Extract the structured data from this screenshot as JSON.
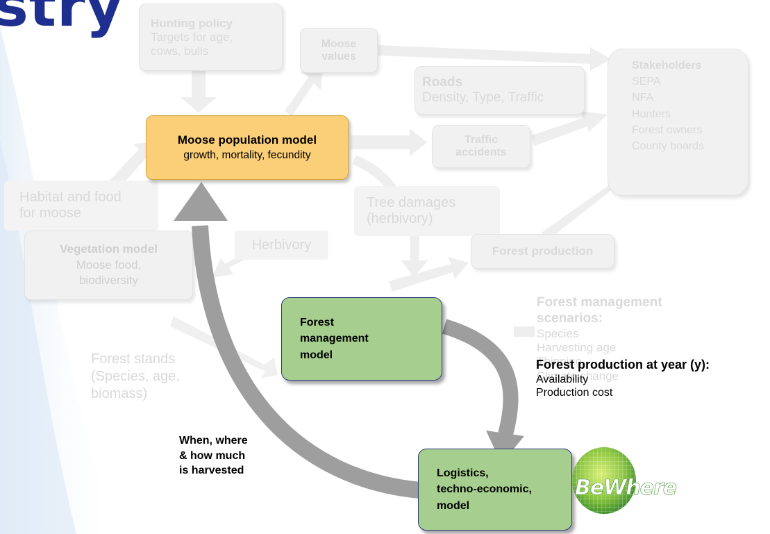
{
  "title_fragment": "stry",
  "hunting_policy": {
    "title": "Hunting policy",
    "lines": [
      "Targets for age,",
      "cows, bulls"
    ]
  },
  "moose_values": {
    "lines": [
      "Moose",
      "values"
    ]
  },
  "roads": {
    "title": "Roads",
    "detail": "Density, Type, Traffic"
  },
  "stakeholders": {
    "title": "Stakeholders",
    "items": [
      "SEPA",
      "NFA",
      "Hunters",
      "Forest owners",
      "County boards"
    ]
  },
  "moose_population": {
    "title": "Moose population model",
    "detail": "growth, mortality, fecundity"
  },
  "traffic_accidents": {
    "lines": [
      "Traffic",
      "accidents"
    ]
  },
  "habitat": {
    "lines": [
      "Habitat and food",
      "for moose"
    ]
  },
  "tree_damages": {
    "lines": [
      "Tree damages",
      "(herbivory)"
    ]
  },
  "herbivory": "Herbivory",
  "forest_production_box": "Forest production",
  "vegetation": {
    "title": "Vegetation model",
    "lines": [
      "Moose food,",
      "biodiversity"
    ]
  },
  "forest_mgmt_scenarios": {
    "title_lines": [
      "Forest management",
      "scenarios:"
    ],
    "items": [
      "Species",
      "Harvesting age",
      "Thinning",
      "Climate change"
    ]
  },
  "forest_management_model": {
    "lines": [
      "Forest",
      "management",
      "model"
    ]
  },
  "forest_stands": {
    "lines": [
      "Forest stands",
      "(Species, age,",
      "biomass)"
    ]
  },
  "forest_production_at_year": {
    "title": "Forest production at year (y):",
    "items": [
      "Availability",
      "Production cost"
    ]
  },
  "harvest_label": {
    "lines": [
      "When, where",
      "& how much",
      "is harvested"
    ]
  },
  "logistics_model": {
    "lines": [
      "Logistics,",
      "techno-economic,",
      "model"
    ]
  },
  "logo": {
    "text": "BeWhere"
  },
  "colors": {
    "moose_box": "#fbcf78",
    "green_box": "#a6ce8e",
    "title_blue": "#1f2f8f",
    "grey_arrow": "#9e9e9e",
    "faded_text": "#d9d9d9"
  }
}
